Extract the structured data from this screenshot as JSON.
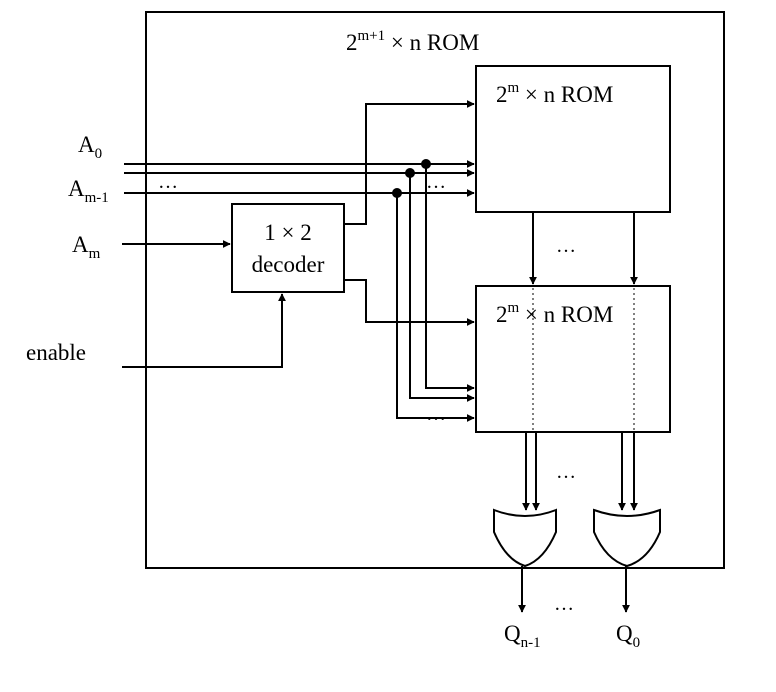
{
  "outer": {
    "title_base": "2",
    "title_sup": "m+1",
    "title_rest": " × n  ROM"
  },
  "rom_top": {
    "base": "2",
    "sup": "m",
    "rest": " × n  ROM"
  },
  "rom_bottom": {
    "base": "2",
    "sup": "m",
    "rest": " × n  ROM"
  },
  "decoder": {
    "line1": "1 × 2",
    "line2": "decoder"
  },
  "inputs": {
    "a0": {
      "base": "A",
      "sub": "0"
    },
    "am1": {
      "base": "A",
      "sub": "m-1"
    },
    "am": {
      "base": "A",
      "sub": "m"
    },
    "enable": "enable"
  },
  "outputs": {
    "qn1": {
      "base": "Q",
      "sub": "n-1"
    },
    "q0": {
      "base": "Q",
      "sub": "0"
    }
  },
  "ellipsis": "…",
  "colors": {
    "stroke": "#000000",
    "background": "#ffffff"
  }
}
